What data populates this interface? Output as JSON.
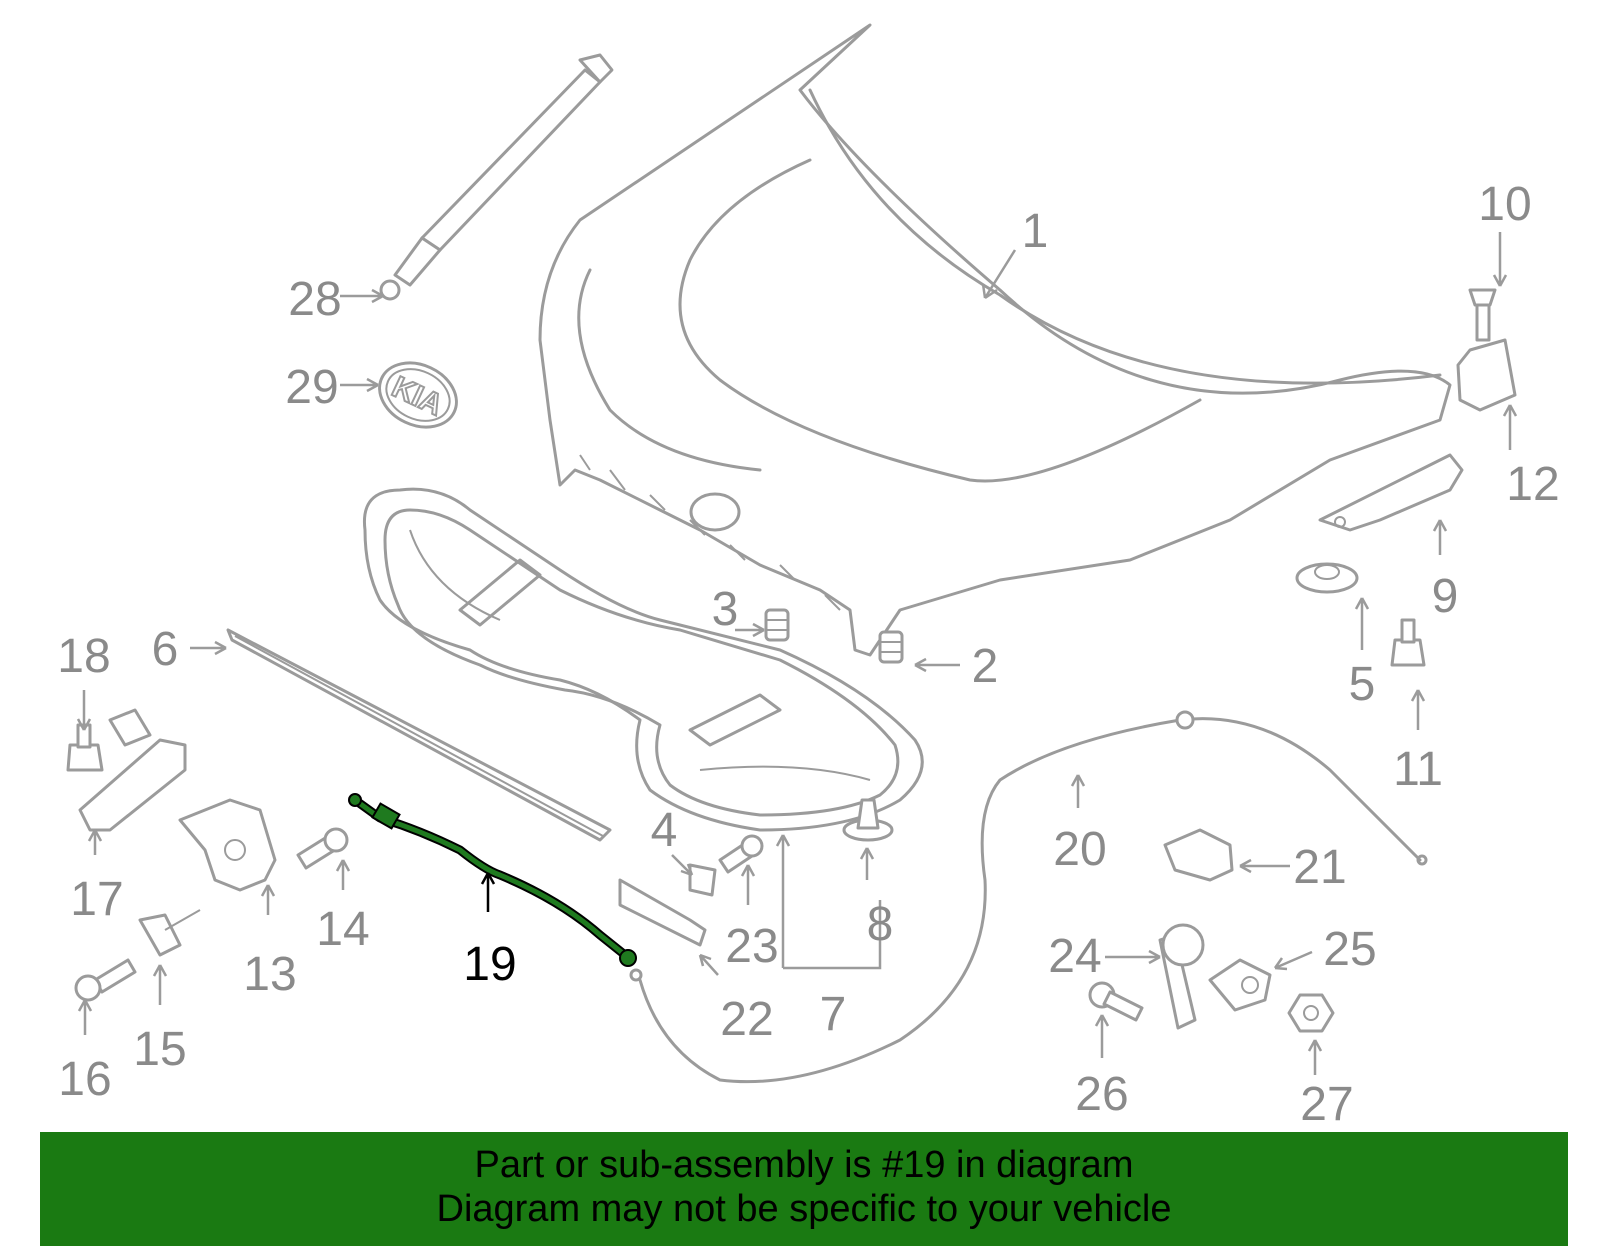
{
  "callouts": {
    "c1": "1",
    "c2": "2",
    "c3": "3",
    "c4": "4",
    "c5": "5",
    "c6": "6",
    "c7": "7",
    "c8": "8",
    "c9": "9",
    "c10": "10",
    "c11": "11",
    "c12": "12",
    "c13": "13",
    "c14": "14",
    "c15": "15",
    "c16": "16",
    "c17": "17",
    "c18": "18",
    "c19": "19",
    "c20": "20",
    "c21": "21",
    "c22": "22",
    "c23": "23",
    "c24": "24",
    "c25": "25",
    "c26": "26",
    "c27": "27",
    "c28": "28",
    "c29": "29"
  },
  "highlight": {
    "part_number": "19",
    "color": "#1f7a1f"
  },
  "emblem": {
    "text": "KIA"
  },
  "colors": {
    "line_art": "#9b9b9b",
    "banner_bg": "#1a7a12",
    "banner_text": "#000000"
  },
  "banner": {
    "line1": "Part or sub-assembly is #19 in diagram",
    "line2": "Diagram may not be specific to your vehicle"
  }
}
